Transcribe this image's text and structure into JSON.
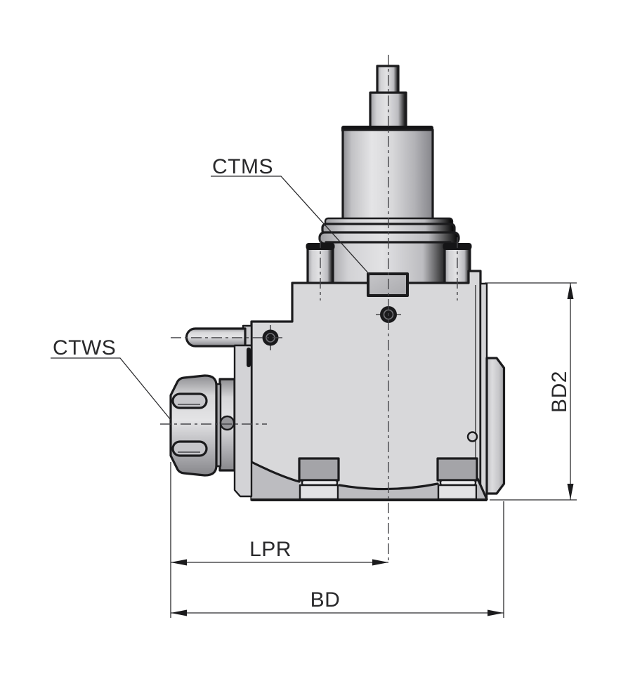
{
  "drawing": {
    "type": "technical-dimension-drawing",
    "subject": "angle-head tool holder side view",
    "background": "#ffffff",
    "outline_color": "#1b1b1d",
    "dimension_line_color": "#2b2b2d",
    "body_fill": "#d8d8da",
    "dark_detail_fill": "#a4a4a8",
    "labels": {
      "ctms": "CTMS",
      "ctws": "CTWS",
      "lpr": "LPR",
      "bd": "BD",
      "bd2": "BD2"
    }
  }
}
